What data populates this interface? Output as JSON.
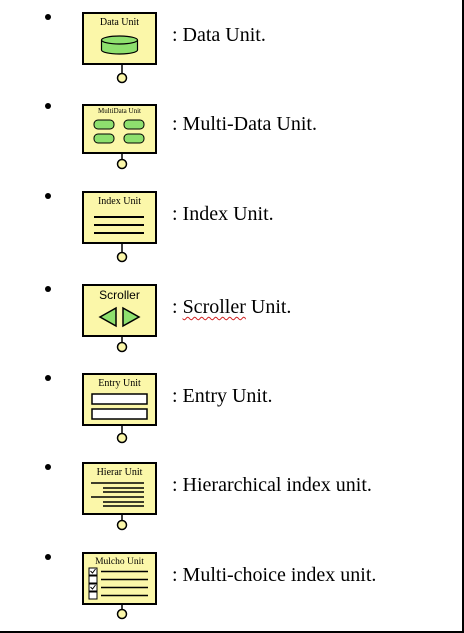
{
  "colors": {
    "box_fill": "#fbf7a9",
    "component_fill": "#8ee06e",
    "stroke": "#000000",
    "spell_underline": "#d02020"
  },
  "units": [
    {
      "icon": "data-unit-icon",
      "box_title": "Data Unit",
      "label": ": Data Unit."
    },
    {
      "icon": "multi-data-unit-icon",
      "box_title": "MultiData Unit",
      "label": ": Multi-Data Unit."
    },
    {
      "icon": "index-unit-icon",
      "box_title": "Index Unit",
      "label": ": Index Unit."
    },
    {
      "icon": "scroller-unit-icon",
      "box_title": "Scroller",
      "label_prefix": ": ",
      "label_word": "Scroller",
      "label_suffix": " Unit."
    },
    {
      "icon": "entry-unit-icon",
      "box_title": "Entry Unit",
      "label": ": Entry Unit."
    },
    {
      "icon": "hierarchical-index-unit-icon",
      "box_title": "Hierar Unit",
      "label": ": Hierarchical index unit."
    },
    {
      "icon": "multi-choice-index-unit-icon",
      "box_title": "Mulcho Unit",
      "label": ": Multi-choice index unit."
    }
  ]
}
